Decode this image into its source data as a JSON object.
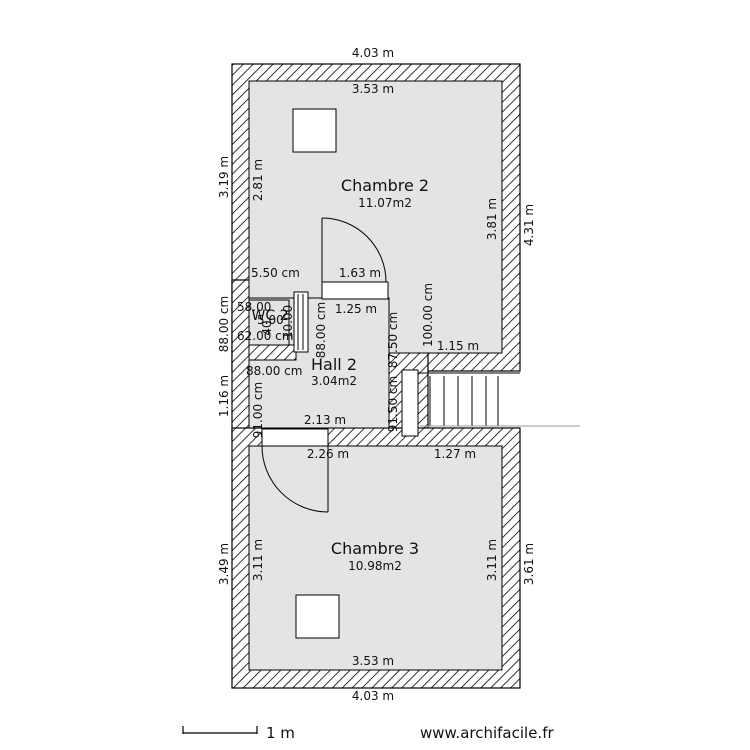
{
  "rooms": {
    "chambre2": {
      "name": "Chambre 2",
      "area": "11.07m2"
    },
    "hall2": {
      "name": "Hall 2",
      "area": "3.04m2"
    },
    "wc": {
      "name": "WC 2"
    },
    "chambre3": {
      "name": "Chambre 3",
      "area": "10.98m2"
    }
  },
  "dimensions": {
    "top_outer": "4.03 m",
    "top_inner": "3.53 m",
    "ch2_left_outer": "3.19 m",
    "ch2_left_inner": "2.81 m",
    "ch2_right_inner": "3.81 m",
    "ch2_right_outer": "4.31 m",
    "ch2_bottom_left": "5.50 cm",
    "ch2_door": "1.63 m",
    "ch2_bottom_right": "1.15 m",
    "hall_top": "1.25 m",
    "hall_right_a": "100.00 cm",
    "hall_right_b": "87.50 cm",
    "hall_right_c": "91.50 cm",
    "hall_left_a": "88.00 cm",
    "hall_left_b": "1.16 m",
    "hall_inner_left": "88.00 cm",
    "hall_inner_left_low": "91.00 cm",
    "hall_bottom_inner": "88.00 cm",
    "wc_w1": "58.00",
    "wc_w2": "62.00 cm",
    "wc_w3": "5.00",
    "wc_v": "10.00",
    "wc_v2": "40",
    "hall_bottom": "2.13 m",
    "ch3_top_left": "2.26 m",
    "ch3_top_right": "1.27 m",
    "ch3_left_outer": "3.49 m",
    "ch3_left_inner": "3.11 m",
    "ch3_right_inner": "3.11 m",
    "ch3_right_outer": "3.61 m",
    "bottom_inner": "3.53 m",
    "bottom_outer": "4.03 m"
  },
  "scale_label": "1 m",
  "watermark": "www.archifacile.fr"
}
